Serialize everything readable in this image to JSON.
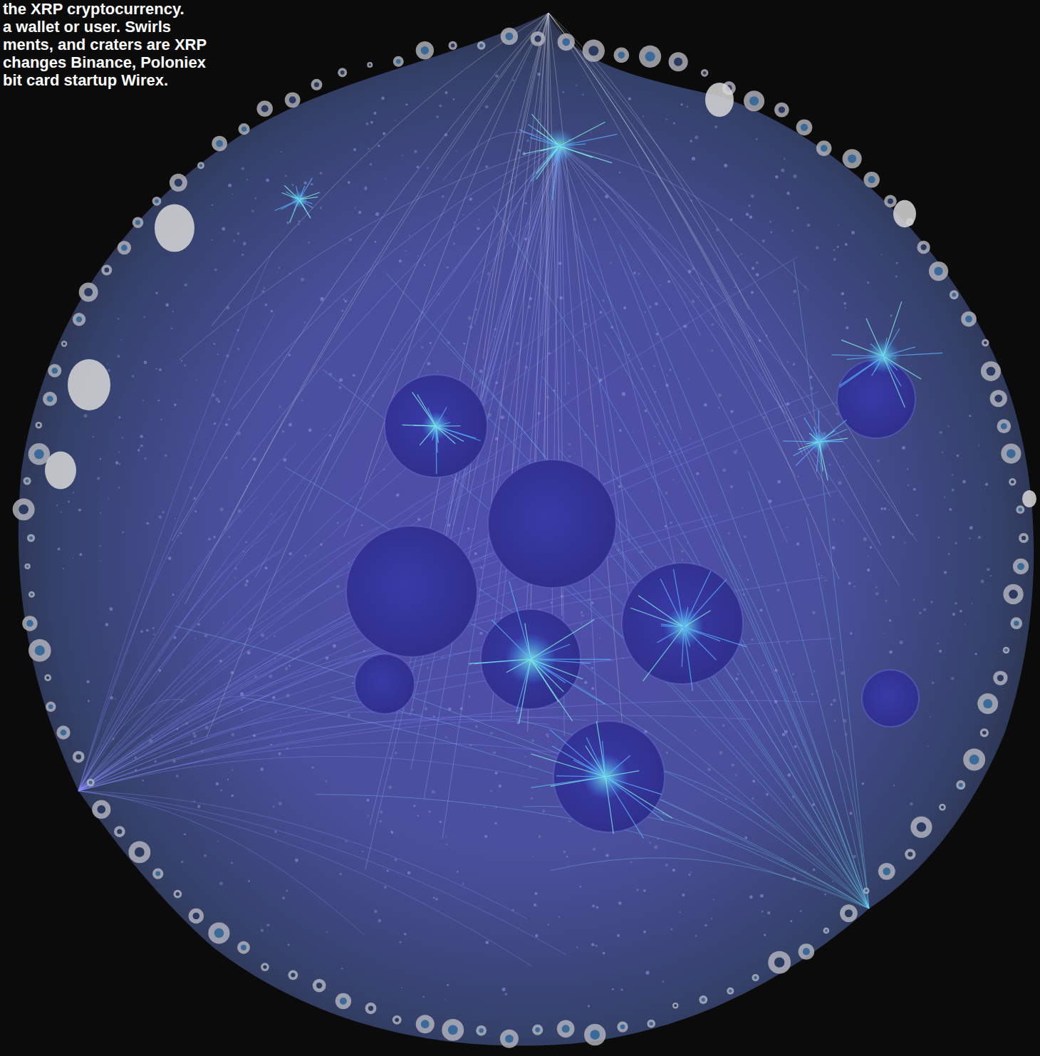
{
  "diagram": {
    "labels": [
      "the XRP cryptocurrency.",
      "a wallet or user. Swirls",
      "ments, and craters are XRP",
      "changes Binance, Poloniex",
      "bit card startup Wirex."
    ]
  }
}
